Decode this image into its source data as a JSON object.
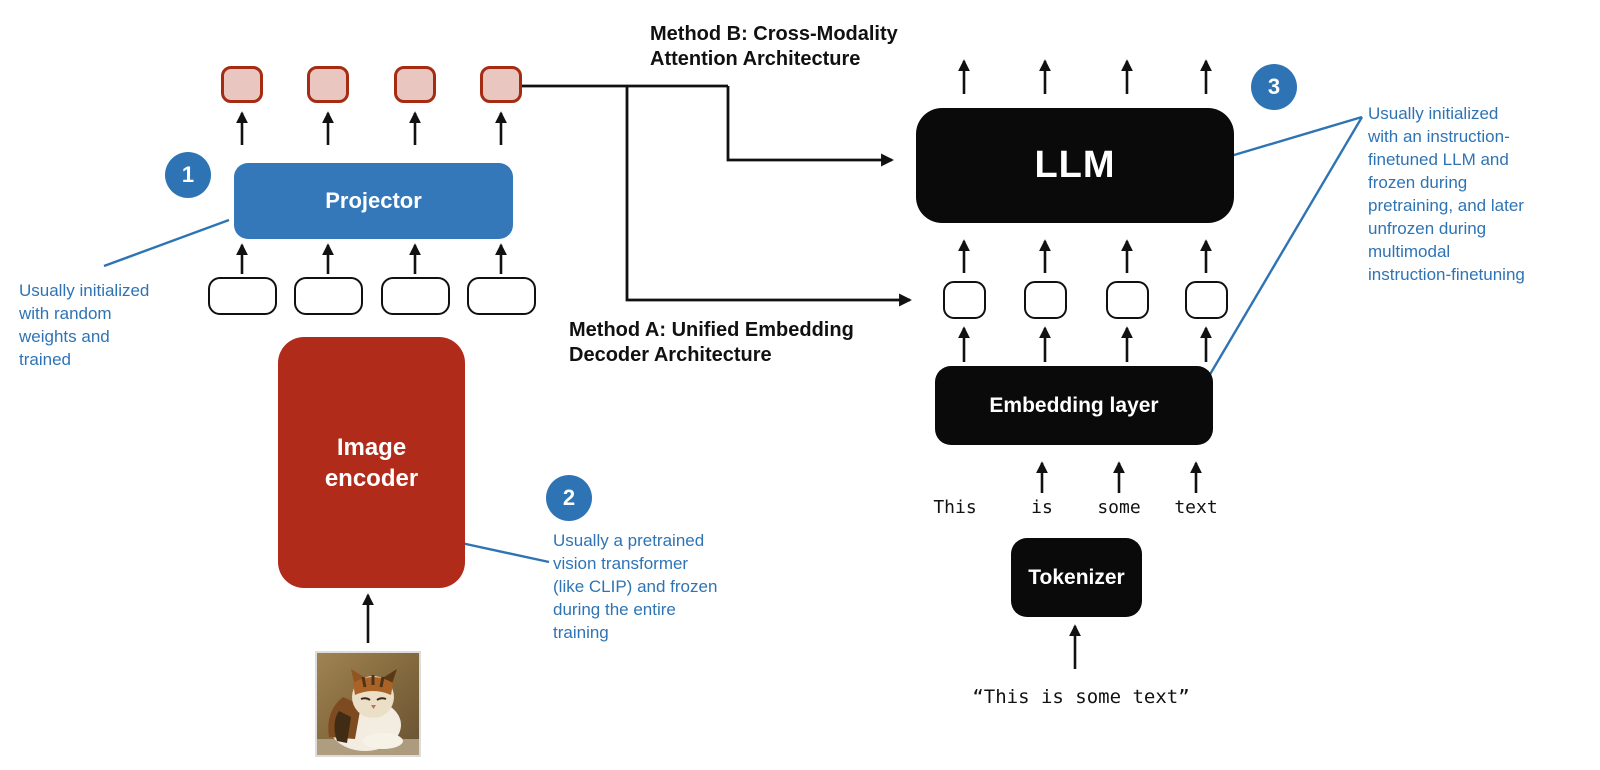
{
  "boxes": {
    "projector": "Projector",
    "image_encoder_lines": [
      "Image",
      "encoder"
    ],
    "llm": "LLM",
    "embedding": "Embedding layer",
    "tokenizer": "Tokenizer"
  },
  "badges": {
    "one": "1",
    "two": "2",
    "three": "3"
  },
  "methods": {
    "b_lines": [
      "Method B: Cross-Modality",
      "Attention Architecture"
    ],
    "a_lines": [
      "Method A: Unified Embedding",
      "Decoder Architecture"
    ]
  },
  "annotations": {
    "one": {
      "lines": [
        "Usually initialized",
        "with random",
        "weights and",
        "trained"
      ]
    },
    "two": {
      "lines": [
        "Usually a pretrained",
        "vision transformer",
        "(like CLIP) and frozen",
        "during the entire",
        "training"
      ]
    },
    "three": {
      "lines": [
        "Usually initialized",
        "with an instruction-",
        "finetuned LLM and",
        "frozen during",
        "pretraining, and later",
        "unfrozen during",
        "multimodal",
        "instruction-finetuning"
      ]
    }
  },
  "words": [
    "This",
    "is",
    "some",
    "text"
  ],
  "input_text": "“This is some text”",
  "colors": {
    "accent_blue": "#2e74b5",
    "projector_blue": "#3478ba",
    "encoder_red": "#b12b1a",
    "pink_token_fill": "#e9c6c0",
    "pink_token_border": "#a52c12",
    "box_black": "#0a0a0a"
  }
}
